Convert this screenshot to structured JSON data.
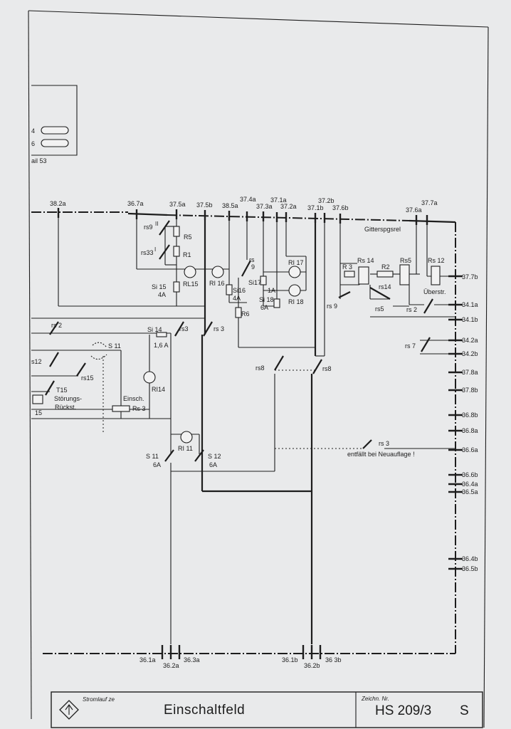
{
  "title_block": {
    "caption": "Stromlauf ze",
    "title": "Einschaltfeld",
    "drawing_no_label": "Zeichn. Nr.",
    "drawing_no": "HS 209/3",
    "sheet_letter": "S"
  },
  "detail_box": {
    "row1": "4",
    "row2": "6",
    "caption": "ail 53"
  },
  "top_terminals": [
    "38.2a",
    "36.7a",
    "37.5a",
    "37.5b",
    "38.5a",
    "37.4a",
    "37.3a",
    "37.1a",
    "37.2a",
    "37.1b",
    "37.2b",
    "37.6b",
    "37.6a",
    "37.7a"
  ],
  "right_terminals": [
    "37.7b",
    "34.1a",
    "34.1b",
    "34.2a",
    "34.2b",
    "37.8a",
    "37.8b",
    "36.8b",
    "36.8a",
    "36.6a",
    "36.6b",
    "36.4a",
    "36.5a",
    "36.4b",
    "36.5b"
  ],
  "bottom_terminals": [
    "36.1a",
    "36.2a",
    "36.3a",
    "36.1b",
    "36.2b",
    "36 3b"
  ],
  "components": {
    "rs9_ii": "rs9",
    "rs9_ii_sup": "II",
    "r5": "R5",
    "rs33": "rs33",
    "rs33_sup": "I",
    "r1": "R1",
    "rl15": "RL15",
    "rl16": "RI 16",
    "si15": "Si 15",
    "si15_val": "4A",
    "si16": "Si16",
    "si16_val": "4A",
    "r6": "R6",
    "rs9_i": "rs",
    "rs9_i_b": "9",
    "si17": "Si17",
    "si17_val": "1A",
    "si18": "Si 18",
    "si18_val": "6A",
    "rl17": "RI 17",
    "rl18": "RI 18",
    "r3": "R 3",
    "rs14": "Rs 14",
    "r2": "R2",
    "rs5": "Rs5",
    "rs12": "Rs 12",
    "ueberstr": "Überstr.",
    "gitterspgsrel": "Gitterspgsrel",
    "rs9_iii": "rs 9",
    "rs14_i": "rs14",
    "rs5_ii": "rs5",
    "rs2_ii": "rs 2",
    "rs7_iii": "rs 7",
    "rs2_i": "rs 2",
    "s12_i": "s12",
    "s11_iv": "S 11",
    "si14": "Si 14",
    "si14_val": "1,6 A",
    "rs3_i": "rs3",
    "rs3_iii": "rs 3",
    "rs15_i": "rs15",
    "t15_i": "T15",
    "stoerungs": "Störungs-",
    "rueckst": "Rückst.",
    "t15_b": "15",
    "rl14": "RI14",
    "einsch": "Einsch.",
    "rs3_coil": "Rs 3",
    "rs8_i": "rs8",
    "rs8_ii": "rs8",
    "rl11": "RI 11",
    "s11": "S 11",
    "s11_val": "6A",
    "s12": "S 12",
    "s12_val": "6A",
    "rs3_v": "rs 3",
    "entfaellt": "entfällt bei Neuauflage !"
  },
  "colors": {
    "paper": "#e9eaeb",
    "ink": "#1d1d1d"
  }
}
